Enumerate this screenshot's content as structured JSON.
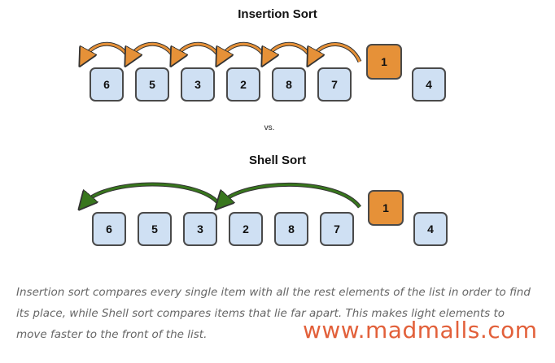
{
  "insertion": {
    "title": "Insertion Sort",
    "items": [
      "6",
      "5",
      "3",
      "2",
      "8",
      "7"
    ],
    "highlight": "1",
    "last": "4",
    "arrow_color": "#e69138"
  },
  "vs_label": "vs.",
  "shell": {
    "title": "Shell Sort",
    "items": [
      "6",
      "5",
      "3",
      "2",
      "8",
      "7"
    ],
    "highlight": "1",
    "last": "4",
    "arrow_color": "#38761d"
  },
  "caption": "Insertion sort compares every single item with all the rest elements of the list in order to find its place, while Shell sort compares items that lie far apart. This makes light elements to move faster to the front of the list.",
  "watermark": "www.madmalls.com"
}
